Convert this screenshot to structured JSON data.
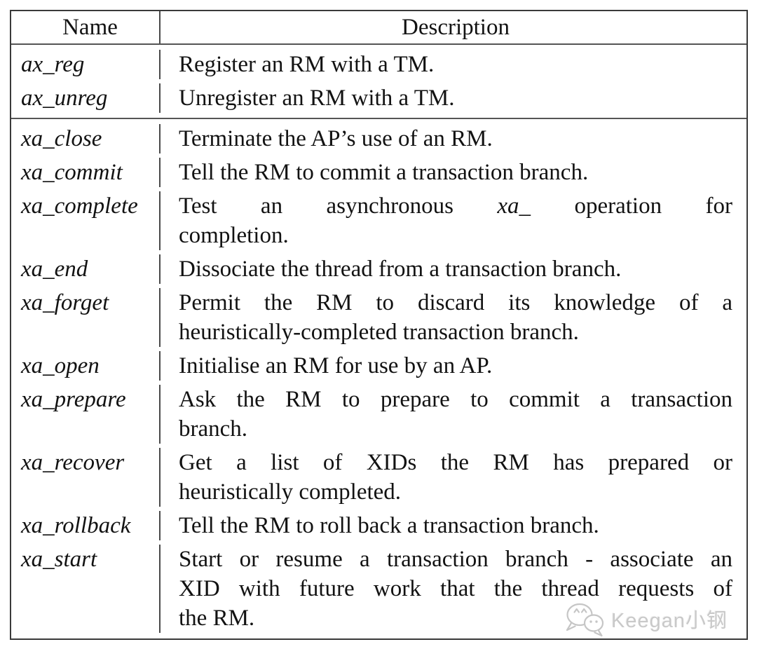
{
  "table": {
    "header": {
      "name": "Name",
      "description": "Description"
    },
    "groups": [
      {
        "rows": [
          {
            "name": "ax_reg",
            "desc_lines": [
              [
                "Register an RM with a TM."
              ]
            ]
          },
          {
            "name": "ax_unreg",
            "desc_lines": [
              [
                "Unregister an RM with a TM."
              ]
            ]
          }
        ]
      },
      {
        "rows": [
          {
            "name": "xa_close",
            "desc_lines": [
              [
                "Terminate the AP’s use of an RM."
              ]
            ]
          },
          {
            "name": "xa_commit",
            "desc_lines": [
              [
                "Tell the RM to commit a transaction branch."
              ]
            ]
          },
          {
            "name": "xa_complete",
            "desc_lines": [
              [
                "Test an asynchronous ",
                {
                  "t": "xa_",
                  "i": true
                },
                " operation for"
              ],
              [
                "completion."
              ]
            ]
          },
          {
            "name": "xa_end",
            "desc_lines": [
              [
                "Dissociate the thread from a transaction branch."
              ]
            ]
          },
          {
            "name": "xa_forget",
            "desc_lines": [
              [
                "Permit the RM to discard its knowledge of a"
              ],
              [
                "heuristically-completed transaction branch."
              ]
            ]
          },
          {
            "name": "xa_open",
            "desc_lines": [
              [
                "Initialise an RM for use by an AP."
              ]
            ]
          },
          {
            "name": "xa_prepare",
            "desc_lines": [
              [
                "Ask the RM to prepare to commit a transaction"
              ],
              [
                "branch."
              ]
            ]
          },
          {
            "name": "xa_recover",
            "desc_lines": [
              [
                "Get a list of XIDs the RM has prepared or"
              ],
              [
                "heuristically completed."
              ]
            ]
          },
          {
            "name": "xa_rollback",
            "desc_lines": [
              [
                "Tell the RM to roll back a transaction branch."
              ]
            ]
          },
          {
            "name": "xa_start",
            "desc_lines": [
              [
                "Start or resume a transaction branch - associate an"
              ],
              [
                "XID with future work that the thread requests of"
              ],
              [
                "the RM."
              ]
            ]
          }
        ]
      }
    ]
  },
  "watermark": {
    "label": "Keegan小钢",
    "icon": "wechat-icon",
    "color": "#c9c9c9"
  },
  "colors": {
    "border_outer": "#3a3a3a",
    "border_inner": "#555555",
    "text": "#121212",
    "watermark": "#c9c9c9"
  }
}
